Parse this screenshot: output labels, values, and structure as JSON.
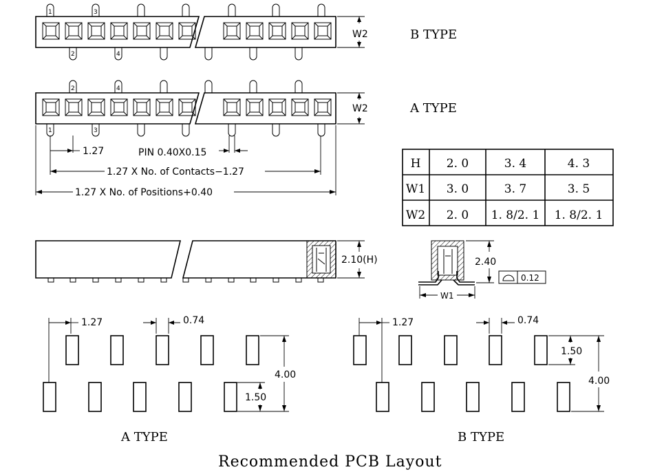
{
  "labels": {
    "b_type": "B TYPE",
    "a_type": "A TYPE",
    "w2": "W2",
    "w1": "W1",
    "pitch": "1.27",
    "pin_size": "PIN 0.40X0.15",
    "contacts_formula": "1.27 X No. of Contacts−1.27",
    "positions_formula": "1.27 X No. of Positions+0.40",
    "height_side": "2.10(H)",
    "height_smd": "2.40",
    "flatness": "0.12",
    "pcb_pitch": "1.27",
    "pcb_pad_width": "0.74",
    "pcb_pad_length": "1.50",
    "pcb_span": "4.00",
    "pcb_a_type": "A TYPE",
    "pcb_b_type": "B TYPE",
    "footer": "Recommended PCB Layout"
  },
  "pin_numbers": {
    "b_top": [
      "1",
      "3"
    ],
    "b_bottom": [
      "2",
      "4"
    ],
    "a_top": [
      "2",
      "4"
    ],
    "a_bottom": [
      "1",
      "3"
    ]
  },
  "table": {
    "rows": [
      {
        "label": "H",
        "values": [
          "2. 0",
          "3. 4",
          "4. 3"
        ]
      },
      {
        "label": "W1",
        "values": [
          "3. 0",
          "3. 7",
          "3. 5"
        ]
      },
      {
        "label": "W2",
        "values": [
          "2. 0",
          "1. 8/2. 1",
          "1. 8/2. 1"
        ]
      }
    ]
  }
}
